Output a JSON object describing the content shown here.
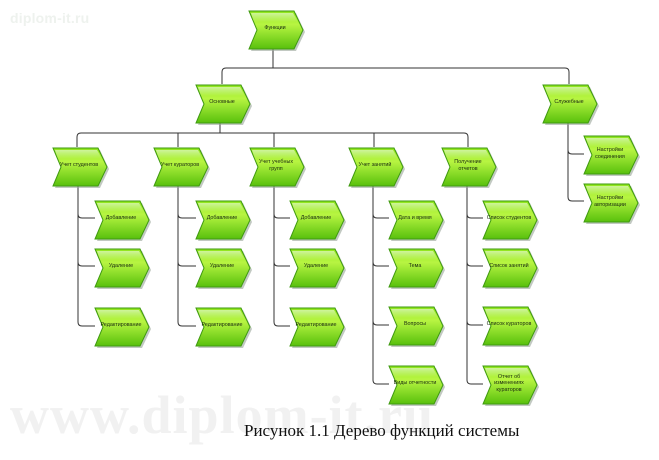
{
  "watermarks": {
    "top_left": "diplom-it.ru",
    "bottom": "www.diplom-it.ru"
  },
  "caption": "Рисунок 1.1 Дерево функций системы",
  "colors": {
    "node_fill_top": "#a6f02c",
    "node_fill_bottom": "#5cc50e",
    "node_border": "#3f9a10",
    "node_shadow": "#9aa59a",
    "connector": "#333333"
  },
  "tree": {
    "root": {
      "label": "Функции"
    },
    "level1": [
      {
        "label": "Основные"
      },
      {
        "label": "Служебные"
      }
    ],
    "main_groups": [
      {
        "label": "Учет студентов",
        "children": [
          "Добавление",
          "Удаление",
          "Редактирование"
        ]
      },
      {
        "label": "Учет кураторов",
        "children": [
          "Добавление",
          "Удаление",
          "Редактирование"
        ]
      },
      {
        "label": "Учет учебных групп",
        "children": [
          "Добавление",
          "Удаление",
          "Редактирование"
        ]
      },
      {
        "label": "Учет занятий",
        "children": [
          "Дата и время",
          "Тема",
          "Вопросы",
          "Виды отчетности"
        ]
      },
      {
        "label": "Получение отчетов",
        "children": [
          "Список студентов",
          "Список занятий",
          "Список кураторов",
          "Отчет об изменениях кураторов"
        ]
      }
    ],
    "service_children": [
      "Настройки соединения",
      "Настройки авторизации"
    ]
  }
}
